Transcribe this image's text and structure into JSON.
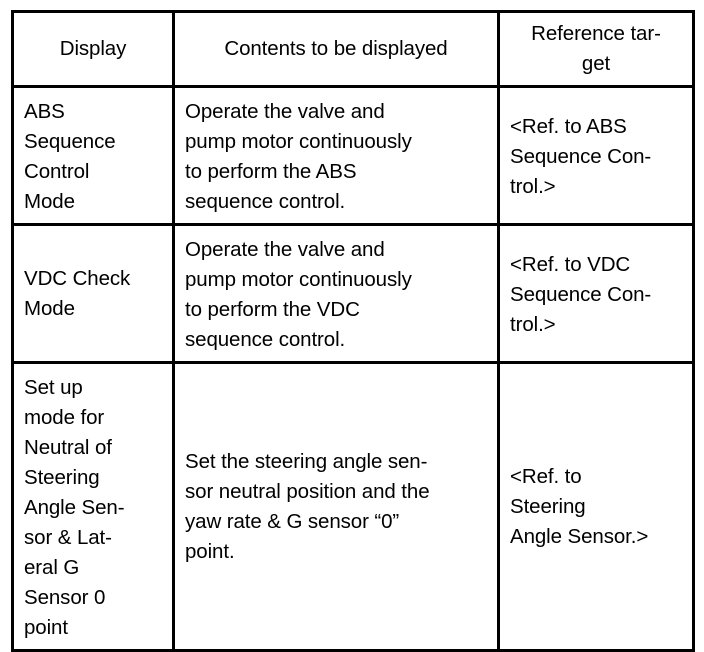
{
  "document": {
    "kind": "specification-table",
    "background_color": "#ffffff",
    "text_color": "#000000",
    "border_color": "#000000"
  },
  "table": {
    "columns": [
      {
        "key": "display",
        "header": "Display"
      },
      {
        "key": "contents",
        "header": "Contents to be displayed"
      },
      {
        "key": "reference",
        "header": "Reference tar-\nget"
      }
    ],
    "rows": [
      {
        "display": "ABS\nSequence\nControl\nMode",
        "contents": "Operate the valve and\npump motor continuously\nto perform the ABS\nsequence control.",
        "reference": "<Ref. to  ABS\nSequence Con-\ntrol.>"
      },
      {
        "display": "VDC Check\nMode",
        "contents": "Operate the valve and\npump motor continuously\nto perform the VDC\nsequence control.",
        "reference": "<Ref. to VDC\nSequence Con-\ntrol.>"
      },
      {
        "display": "Set up\nmode for\nNeutral of\nSteering\nAngle Sen-\nsor & Lat-\neral G\nSensor 0\npoint",
        "contents": "Set the steering angle sen-\nsor neutral position and the\nyaw rate & G sensor “0”\npoint.",
        "reference": "<Ref. to\nSteering\nAngle Sensor.>"
      }
    ]
  }
}
